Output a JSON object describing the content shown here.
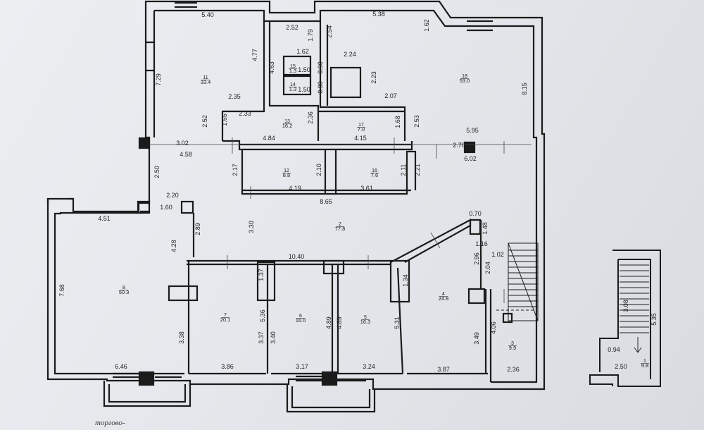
{
  "footer_label": "торгово-",
  "rooms": [
    {
      "id": "r11",
      "number": "11",
      "area": "33.4"
    },
    {
      "id": "r13",
      "number": "13",
      "area": "16.2"
    },
    {
      "id": "r14",
      "number": "14",
      "area": "1.3"
    },
    {
      "id": "r15",
      "number": "15",
      "area": "1.3"
    },
    {
      "id": "r17",
      "number": "17",
      "area": "7.0"
    },
    {
      "id": "r18",
      "number": "18",
      "area": "53.0"
    },
    {
      "id": "r12",
      "number": "12",
      "area": "8.8"
    },
    {
      "id": "r16",
      "number": "16",
      "area": "7.6"
    },
    {
      "id": "r2",
      "number": "2",
      "area": "77.8"
    },
    {
      "id": "r8",
      "number": "8",
      "area": "50.3"
    },
    {
      "id": "r7",
      "number": "7",
      "area": "20.1"
    },
    {
      "id": "r6",
      "number": "6",
      "area": "16.0"
    },
    {
      "id": "r5",
      "number": "5",
      "area": "16.3"
    },
    {
      "id": "r4",
      "number": "4",
      "area": "24.8"
    },
    {
      "id": "r3",
      "number": "3",
      "area": "9.9"
    },
    {
      "id": "r1",
      "number": "1",
      "area": "9.8"
    }
  ],
  "dimensions": [
    "5.40",
    "7.29",
    "4.77",
    "2.35",
    "2.52",
    "2.33",
    "1.65",
    "4.63",
    "2.52",
    "1.79",
    "1.62",
    "1.50",
    "1.50",
    "0.90",
    "0.90",
    "2.36",
    "2.54",
    "2.24",
    "2.23",
    "2.07",
    "5.38",
    "1.62",
    "8.15",
    "2.53",
    "1.68",
    "5.95",
    "3.02",
    "4.58",
    "4.84",
    "4.15",
    "2.70",
    "6.02",
    "2.50",
    "2.17",
    "2.10",
    "2.11",
    "2.21",
    "4.19",
    "3.61",
    "8.65",
    "2.20",
    "1.60",
    "4.51",
    "2.89",
    "4.28",
    "3.30",
    "7.68",
    "10.40",
    "0.70",
    "1.48",
    "1.16",
    "1.02",
    "2.96",
    "2.04",
    "1.37",
    "1.34",
    "5.36",
    "3.38",
    "3.37",
    "3.40",
    "4.89",
    "4.89",
    "5.31",
    "3.49",
    "4.06",
    "6.46",
    "3.86",
    "3.17",
    "3.24",
    "3.87",
    "2.36",
    "3.08",
    "5.35",
    "0.94",
    "2.50"
  ]
}
